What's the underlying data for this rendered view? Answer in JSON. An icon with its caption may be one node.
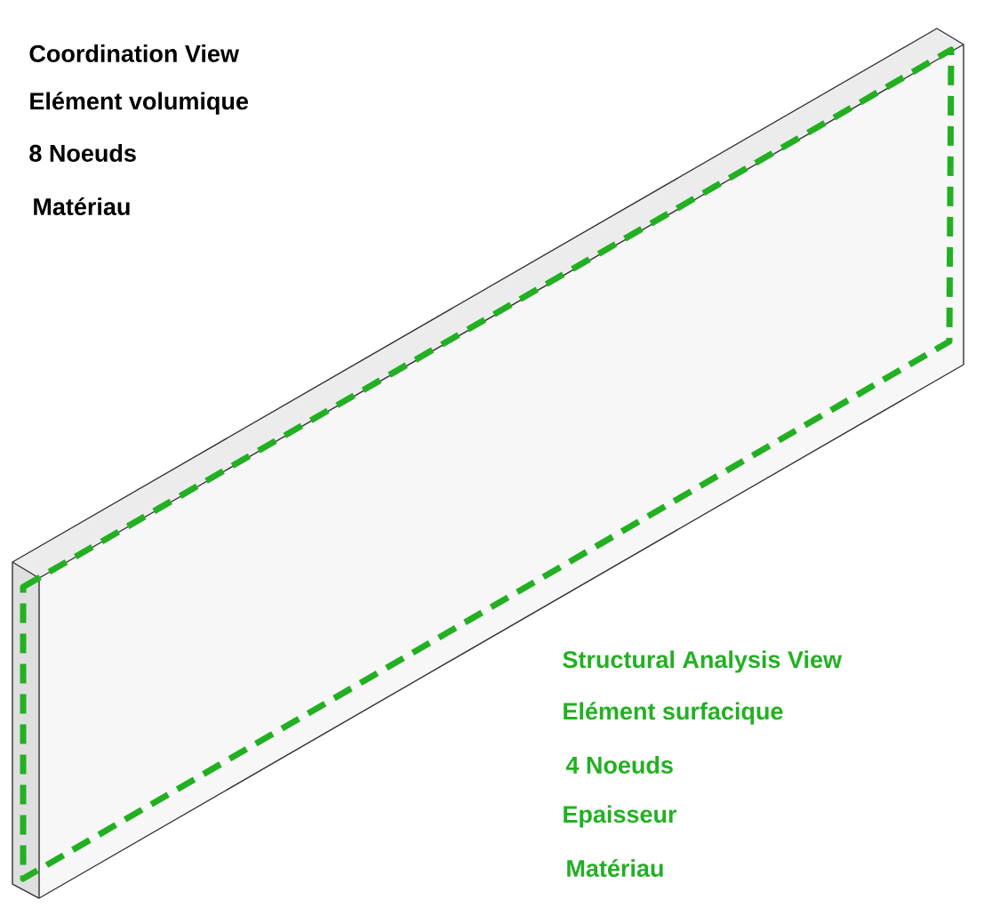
{
  "diagram": {
    "labels": [
      "Coordination View",
      "Elément volumique",
      "8 Noeuds",
      "Matériau",
      "Structural Analysis View",
      "Elément surfacique",
      "4 Noeuds",
      "Epaisseur",
      "Matériau"
    ]
  }
}
